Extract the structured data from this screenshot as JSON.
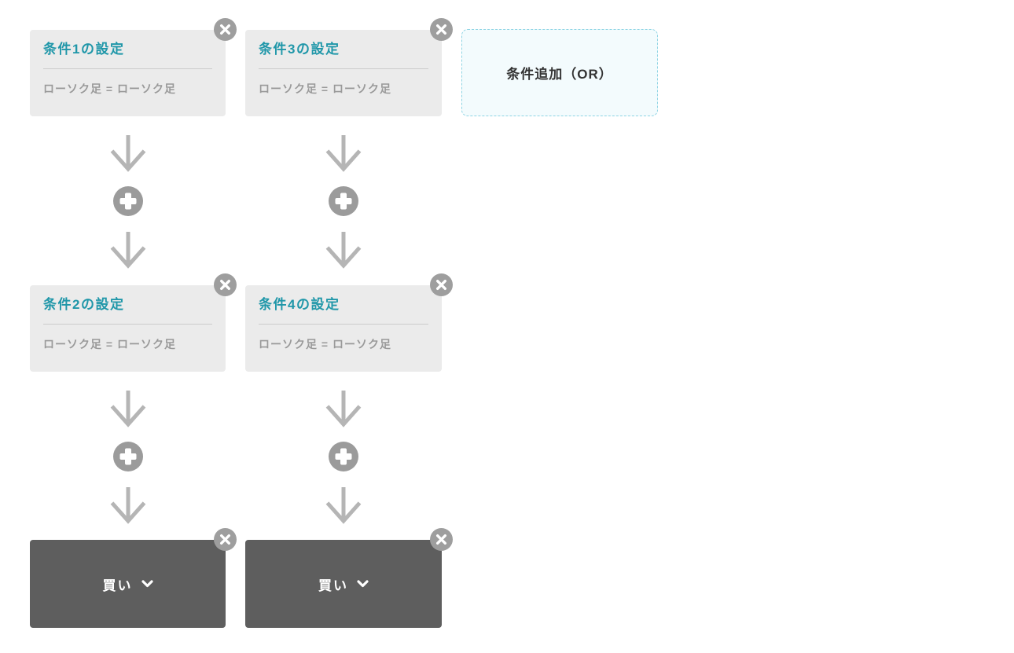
{
  "colors": {
    "page_bg": "#ffffff",
    "card_bg": "#ebebeb",
    "card_title_teal": "#2097a9",
    "card_divider": "#cccccc",
    "card_condition_text": "#999999",
    "close_button_bg": "#9e9e9e",
    "flow_arrow": "#b5b5b5",
    "plus_button_bg": "#9b9b9b",
    "action_block_bg": "#5e5e5e",
    "action_text": "#ffffff",
    "or_button_border": "#8ed4e4",
    "or_button_bg": "#f3fbfd",
    "or_button_text": "#333333"
  },
  "columns": [
    {
      "top_card": {
        "title": "条件1の設定",
        "condition": "ローソク足 = ローソク足"
      },
      "bottom_card": {
        "title": "条件2の設定",
        "condition": "ローソク足 = ローソク足"
      },
      "action": {
        "label": "買い"
      }
    },
    {
      "top_card": {
        "title": "条件3の設定",
        "condition": "ローソク足 = ローソク足"
      },
      "bottom_card": {
        "title": "条件4の設定",
        "condition": "ローソク足 = ローソク足"
      },
      "action": {
        "label": "買い"
      }
    }
  ],
  "add_or_button": {
    "label": "条件追加（OR）"
  },
  "icons": {
    "close": "×",
    "plus": "+",
    "arrow_down": "↓",
    "chevron_down": "⌄"
  }
}
